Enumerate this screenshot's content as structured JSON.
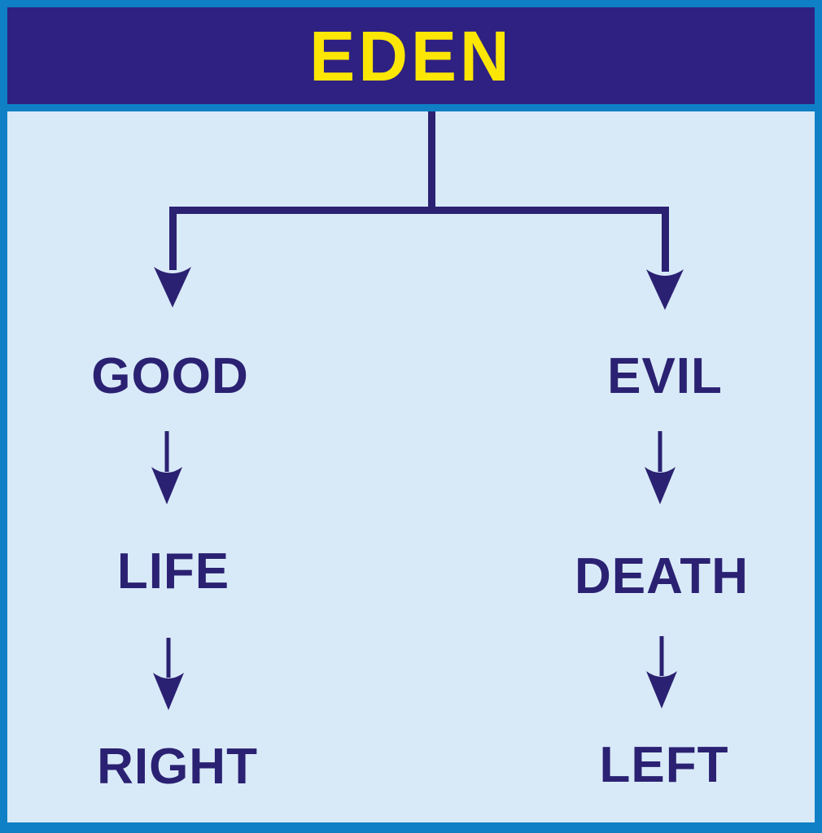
{
  "header": {
    "title": "EDEN"
  },
  "diagram": {
    "root": "EDEN",
    "left_branch": {
      "nodes": [
        "GOOD",
        "LIFE",
        "RIGHT"
      ]
    },
    "right_branch": {
      "nodes": [
        "EVIL",
        "DEATH",
        "LEFT"
      ]
    }
  },
  "colors": {
    "frame-blue": "#0f80c5",
    "header-navy": "#2e2182",
    "title-yellow": "#fbe606",
    "panel-blue": "#d8eaf8",
    "ink": "#2b2172"
  }
}
